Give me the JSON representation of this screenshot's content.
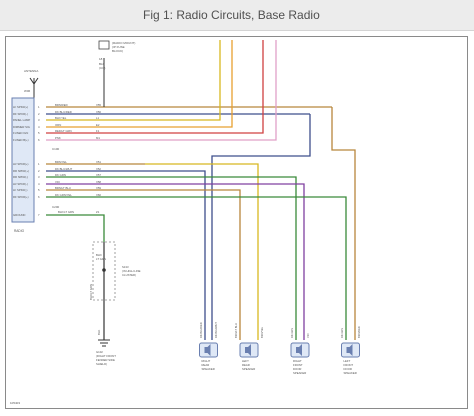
{
  "title": "Fig 1: Radio Circuits, Base Radio",
  "fuse_block": {
    "label_lines": [
      "(RADIO MOUNT)",
      "(IP FUSE",
      "BLOCK)"
    ],
    "pin_label": "18",
    "wire_lines": [
      "BLK",
      "(CC)"
    ]
  },
  "antenna": {
    "label": "ANTENNA",
    "connector": "W06"
  },
  "radio": {
    "label": "RADIO",
    "connector_top": "C100",
    "connector_bottom": "C200",
    "pins_top": [
      {
        "num": "1",
        "name": "LF SPKR(+)",
        "wire": "BRN/RED",
        "circuit": "X55"
      },
      {
        "num": "2",
        "name": "RF SPKR(-)",
        "wire": "DK BLU/RED",
        "circuit": "X56"
      },
      {
        "num": "3",
        "name": "PANEL LAMP",
        "wire": "BLK/YEL",
        "circuit": "L1"
      },
      {
        "num": "4",
        "name": "DIMMER SIG",
        "wire": "ORN",
        "circuit": "E2"
      },
      {
        "num": "5",
        "name": "FUSED IGN",
        "wire": "RED/LT GRN",
        "circuit": "F1"
      },
      {
        "num": "6",
        "name": "FUSED B(+)",
        "wire": "PNK",
        "circuit": "M1"
      }
    ],
    "pins_bottom": [
      {
        "num": "1",
        "name": "LR SPKR(+)",
        "wire": "BRN/YEL",
        "circuit": "X51"
      },
      {
        "num": "2",
        "name": "RR SPKR(+)",
        "wire": "DK BLU/WHT",
        "circuit": "X52"
      },
      {
        "num": "3",
        "name": "RR SPKR(-)",
        "wire": "DK GRN",
        "circuit": "X57"
      },
      {
        "num": "4",
        "name": "LR SPKR(-)",
        "wire": "VIO",
        "circuit": "X58"
      },
      {
        "num": "5",
        "name": "LF SPKR(-)",
        "wire": "BRN/LT BLU",
        "circuit": "X59"
      },
      {
        "num": "6",
        "name": "RF SPKR(+)",
        "wire": "DK GRN/YEL",
        "circuit": "X60"
      }
    ],
    "ground": {
      "num": "7",
      "name": "GROUND",
      "wire": "BLK/LT GRN",
      "circuit": "Z1"
    }
  },
  "ground_path": {
    "splice_lines": [
      "BLK/",
      "LT GRN"
    ],
    "splice_label_lines": [
      "S133",
      "(IN HIGH LINE",
      "CLUSTER)"
    ],
    "vertical_wire": "BLK/LT GRN",
    "lower_wire": "BLK",
    "ground_lines": [
      "G102",
      "(RIGHT FRONT",
      "FENDER SIDE",
      "SHIELD)"
    ]
  },
  "speakers": [
    {
      "wire_left": "DK BLU/RED",
      "wire_right": "DK BLU/WHT",
      "label_lines": [
        "RIGHT",
        "REAR",
        "SPEAKER"
      ]
    },
    {
      "wire_left": "BRN/LT BLU",
      "wire_right": "BRN/YEL",
      "label_lines": [
        "LEFT",
        "REAR",
        "SPEAKER"
      ]
    },
    {
      "wire_left": "DK GRN",
      "wire_right": "VIO",
      "label_lines": [
        "RIGHT",
        "FRONT",
        "DOOR",
        "SPEAKER"
      ]
    },
    {
      "wire_left": "DK GRN",
      "wire_right": "BRN/RED",
      "label_lines": [
        "LEFT",
        "FRONT",
        "DOOR",
        "SPEAKER"
      ]
    }
  ],
  "figure_code": "105403",
  "colors": {
    "brn": "#b8863c",
    "blue": "#3e4f8c",
    "yel": "#d8b820",
    "orn": "#e8a030",
    "red": "#d04040",
    "pnk": "#e0a0c8",
    "grn": "#3a8a3a",
    "vio": "#8040a0",
    "blk": "#333333"
  }
}
